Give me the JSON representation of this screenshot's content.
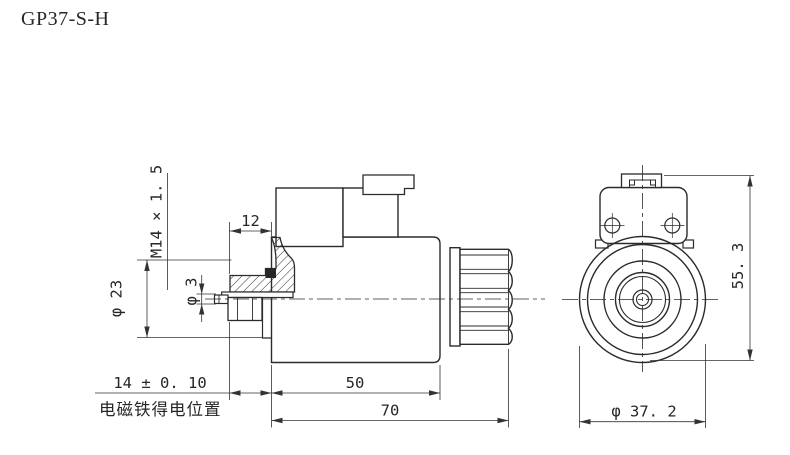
{
  "title": "GP37-S-H",
  "colors": {
    "line": "#2b2b2b",
    "background": "#ffffff"
  },
  "side_view": {
    "dimensions": {
      "stem_length": "12",
      "thread_spec": "M14 × 1. 5",
      "flange_diameter": "φ 23",
      "pin_diameter": "φ 3",
      "energized_position": "14 ± 0. 10",
      "energized_position_label": "电磁铁得电位置",
      "coil_length": "50",
      "overall_length": "70"
    }
  },
  "front_view": {
    "dimensions": {
      "overall_height": "55. 3",
      "knob_diameter": "φ 37. 2"
    }
  }
}
